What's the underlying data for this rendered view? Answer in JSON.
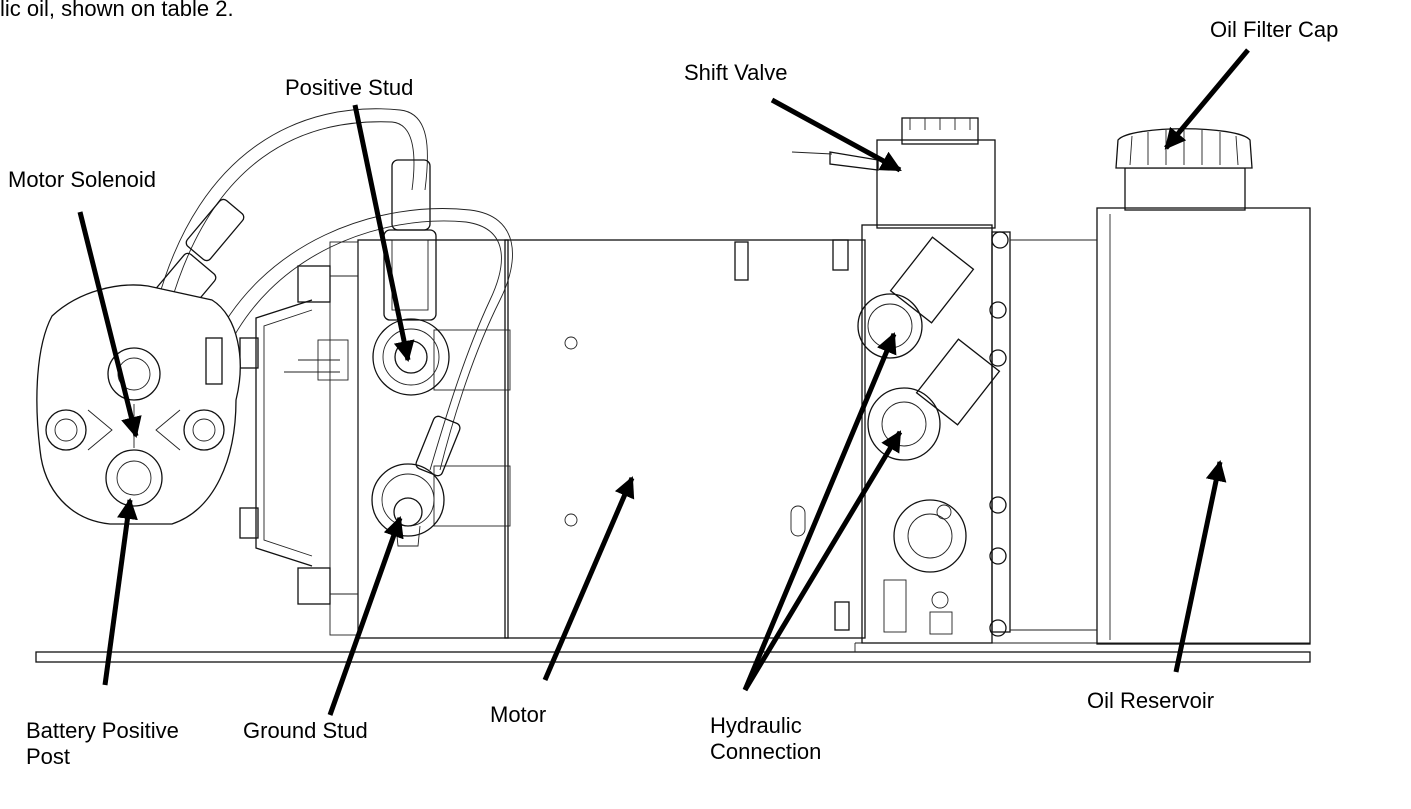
{
  "caption": "lic oil, shown on table 2.",
  "labels": {
    "oil_filter_cap": "Oil Filter Cap",
    "shift_valve": "Shift Valve",
    "positive_stud": "Positive Stud",
    "motor_solenoid": "Motor Solenoid",
    "battery_positive_post": "Battery Positive Post",
    "ground_stud": "Ground Stud",
    "motor": "Motor",
    "hydraulic_connection": "Hydraulic Connection",
    "oil_reservoir": "Oil Reservoir"
  },
  "colors": {
    "line": "#111111",
    "arrow": "#000000",
    "background": "#ffffff"
  }
}
